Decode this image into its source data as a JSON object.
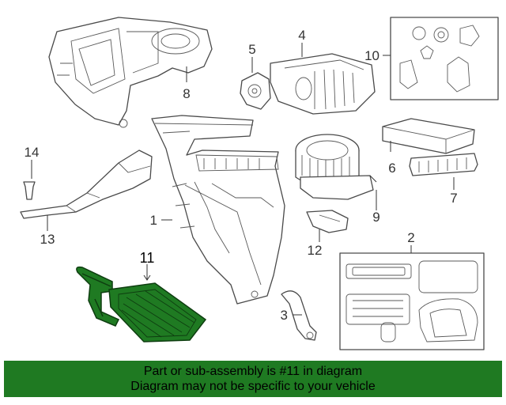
{
  "callouts": {
    "c1": "1",
    "c2": "2",
    "c3": "3",
    "c4": "4",
    "c5": "5",
    "c6": "6",
    "c7": "7",
    "c8": "8",
    "c9": "9",
    "c10": "10",
    "c11": "11",
    "c12": "12",
    "c13": "13",
    "c14": "14"
  },
  "highlighted_part": "11",
  "highlight_color": "#1f7a22",
  "banner": {
    "line1": "Part or sub-assembly is #11 in diagram",
    "line2": "Diagram may not be specific to your vehicle"
  }
}
